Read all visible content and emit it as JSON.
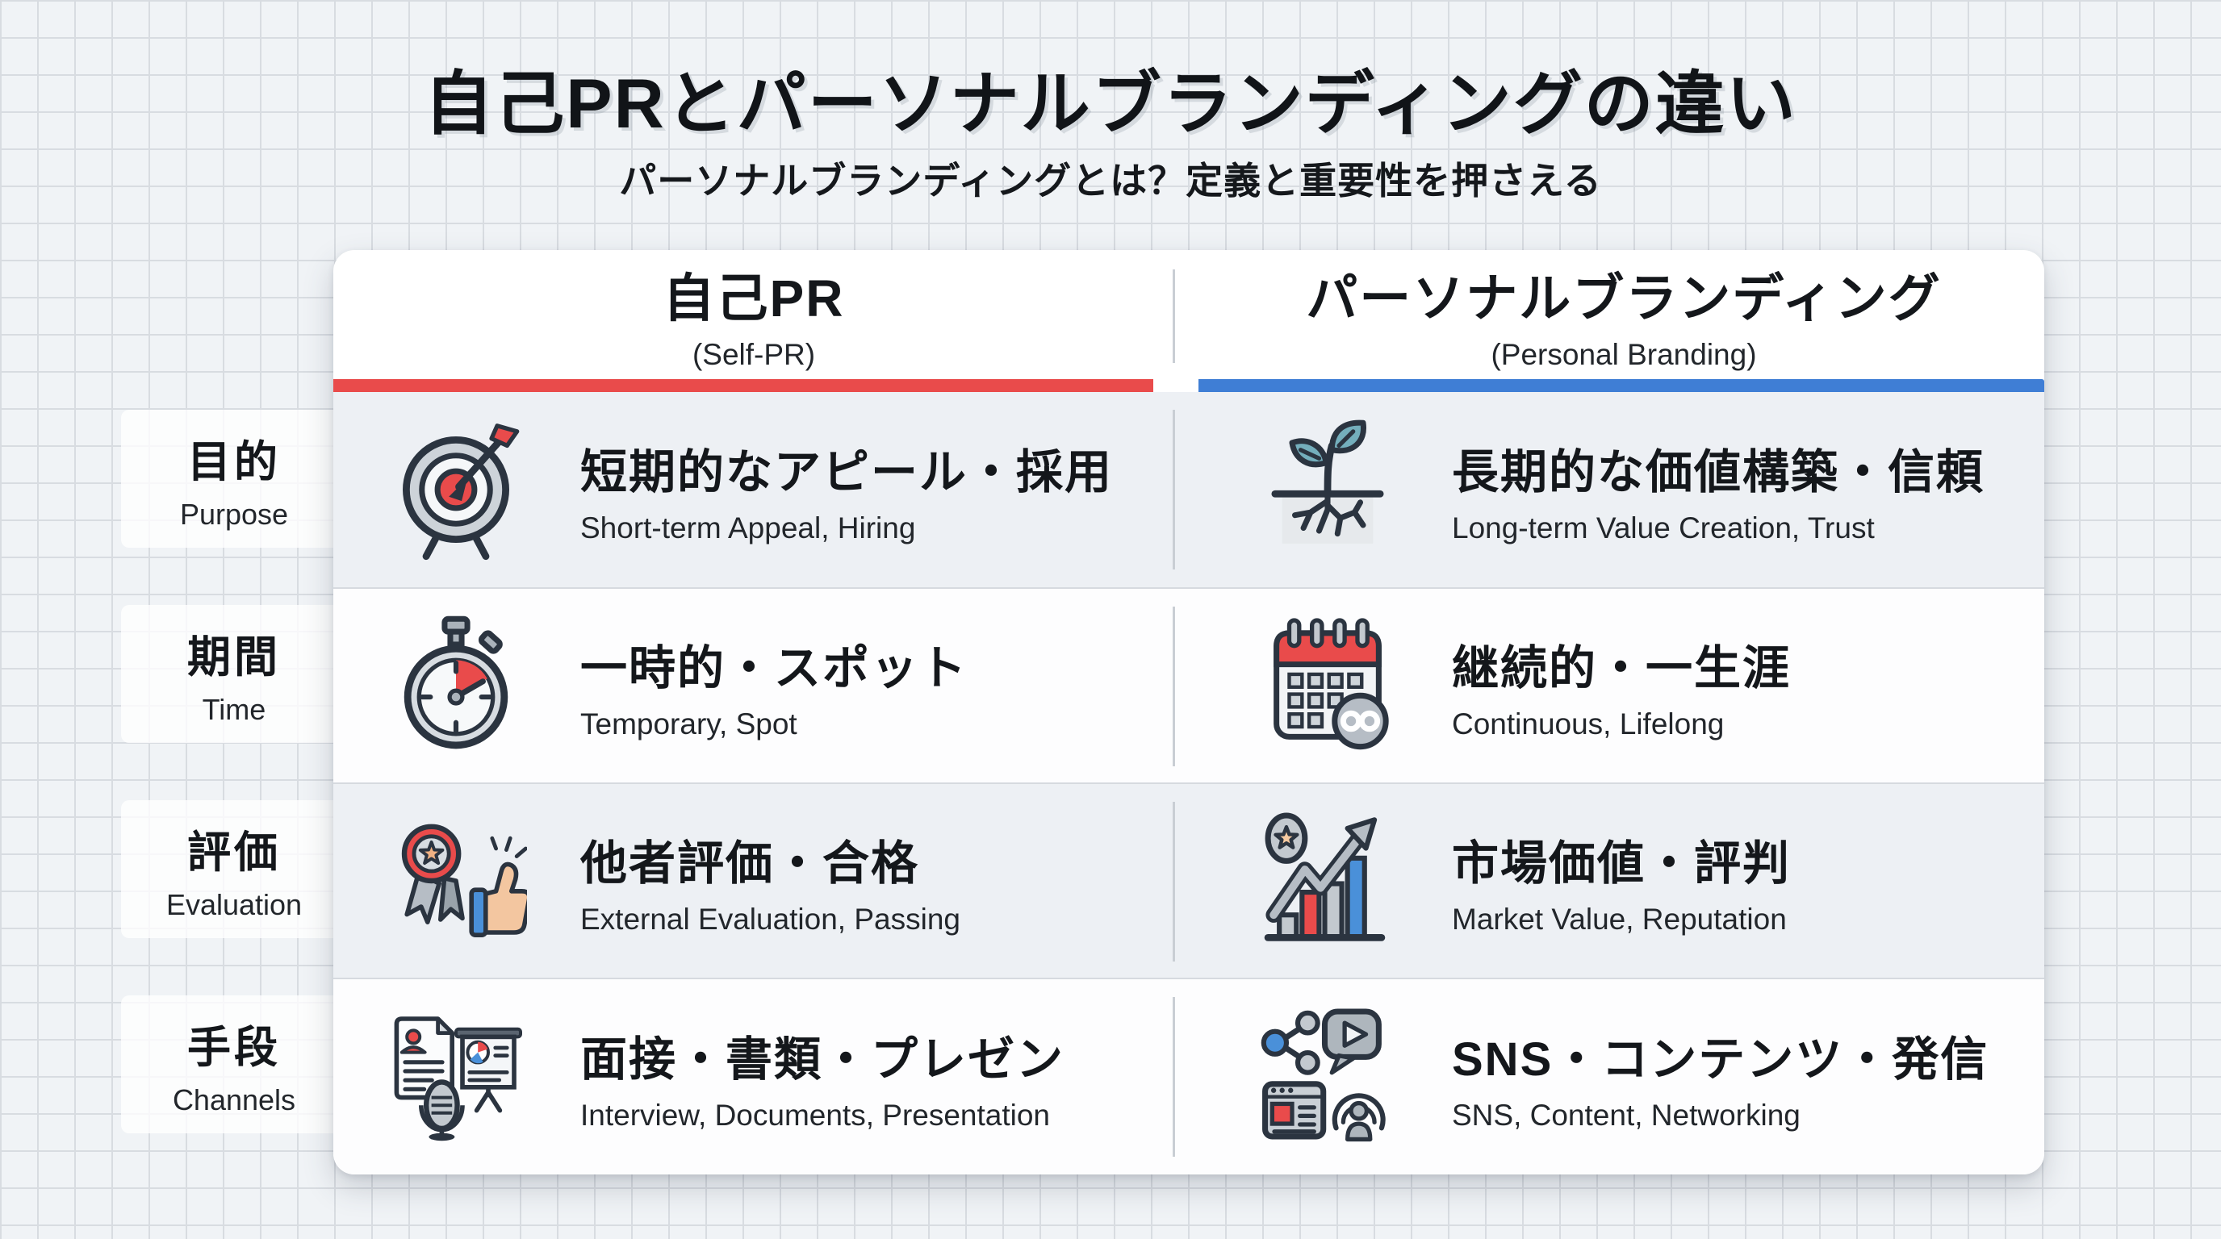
{
  "title": "自己PRとパーソナルブランディングの違い",
  "subtitle": "パーソナルブランディングとは？定義と重要性を押さえる",
  "colors": {
    "background": "#f0f3f6",
    "grid_line": "#d8dce1",
    "card": "#ffffff",
    "stripe": "#edf0f4",
    "accent_red": "#e94b4b",
    "accent_blue": "#3f7ed5",
    "text": "#14171b",
    "icon_outline": "#2b3440",
    "icon_gray": "#c3c9cf",
    "icon_teal": "#74aebc",
    "icon_skin": "#f3c6a0",
    "icon_blue": "#4a90d9"
  },
  "table": {
    "columns": [
      {
        "jp": "自己PR",
        "en": "(Self-PR)",
        "accent": "#e94b4b"
      },
      {
        "jp": "パーソナルブランディング",
        "en": "(Personal Branding)",
        "accent": "#3f7ed5"
      }
    ],
    "rows": [
      {
        "label_jp": "目的",
        "label_en": "Purpose",
        "left": {
          "jp": "短期的なアピール・採用",
          "en": "Short-term Appeal, Hiring",
          "icon": "target-icon"
        },
        "right": {
          "jp": "長期的な価値構築・信頼",
          "en": "Long-term Value Creation, Trust",
          "icon": "seedling-icon"
        }
      },
      {
        "label_jp": "期間",
        "label_en": "Time",
        "left": {
          "jp": "一時的・スポット",
          "en": "Temporary, Spot",
          "icon": "stopwatch-icon"
        },
        "right": {
          "jp": "継続的・一生涯",
          "en": "Continuous, Lifelong",
          "icon": "calendar-infinity-icon"
        }
      },
      {
        "label_jp": "評価",
        "label_en": "Evaluation",
        "left": {
          "jp": "他者評価・合格",
          "en": "External Evaluation, Passing",
          "icon": "award-thumbs-up-icon"
        },
        "right": {
          "jp": "市場価値・評判",
          "en": "Market Value, Reputation",
          "icon": "growth-chart-icon"
        }
      },
      {
        "label_jp": "手段",
        "label_en": "Channels",
        "left": {
          "jp": "面接・書類・プレゼン",
          "en": "Interview, Documents, Presentation",
          "icon": "documents-presentation-icon"
        },
        "right": {
          "jp": "SNS・コンテンツ・発信",
          "en": "SNS, Content, Networking",
          "icon": "sns-content-icon"
        }
      }
    ]
  }
}
